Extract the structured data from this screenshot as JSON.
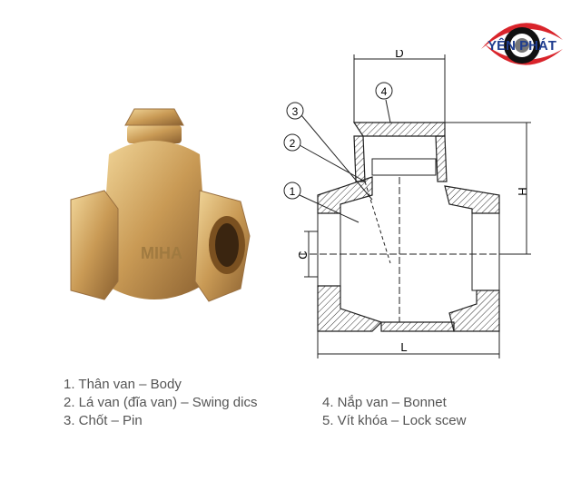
{
  "logo": {
    "text": "YÊN PHÁT",
    "colors": {
      "red": "#d9242b",
      "blue": "#1f3d8f",
      "black": "#111111"
    }
  },
  "photo": {
    "embossed_text": "MIHA"
  },
  "diagram": {
    "dimensions": {
      "d": "D",
      "h": "H",
      "c": "C",
      "l": "L"
    },
    "callouts": [
      "1",
      "2",
      "3",
      "4"
    ]
  },
  "legend": {
    "left": [
      "1. Thân van – Body",
      "2. Lá van (đĩa van) – Swing dics",
      "3. Chốt – Pin"
    ],
    "right": [
      "4. Nắp van – Bonnet",
      "5. Vít khóa – Lock scew"
    ]
  }
}
